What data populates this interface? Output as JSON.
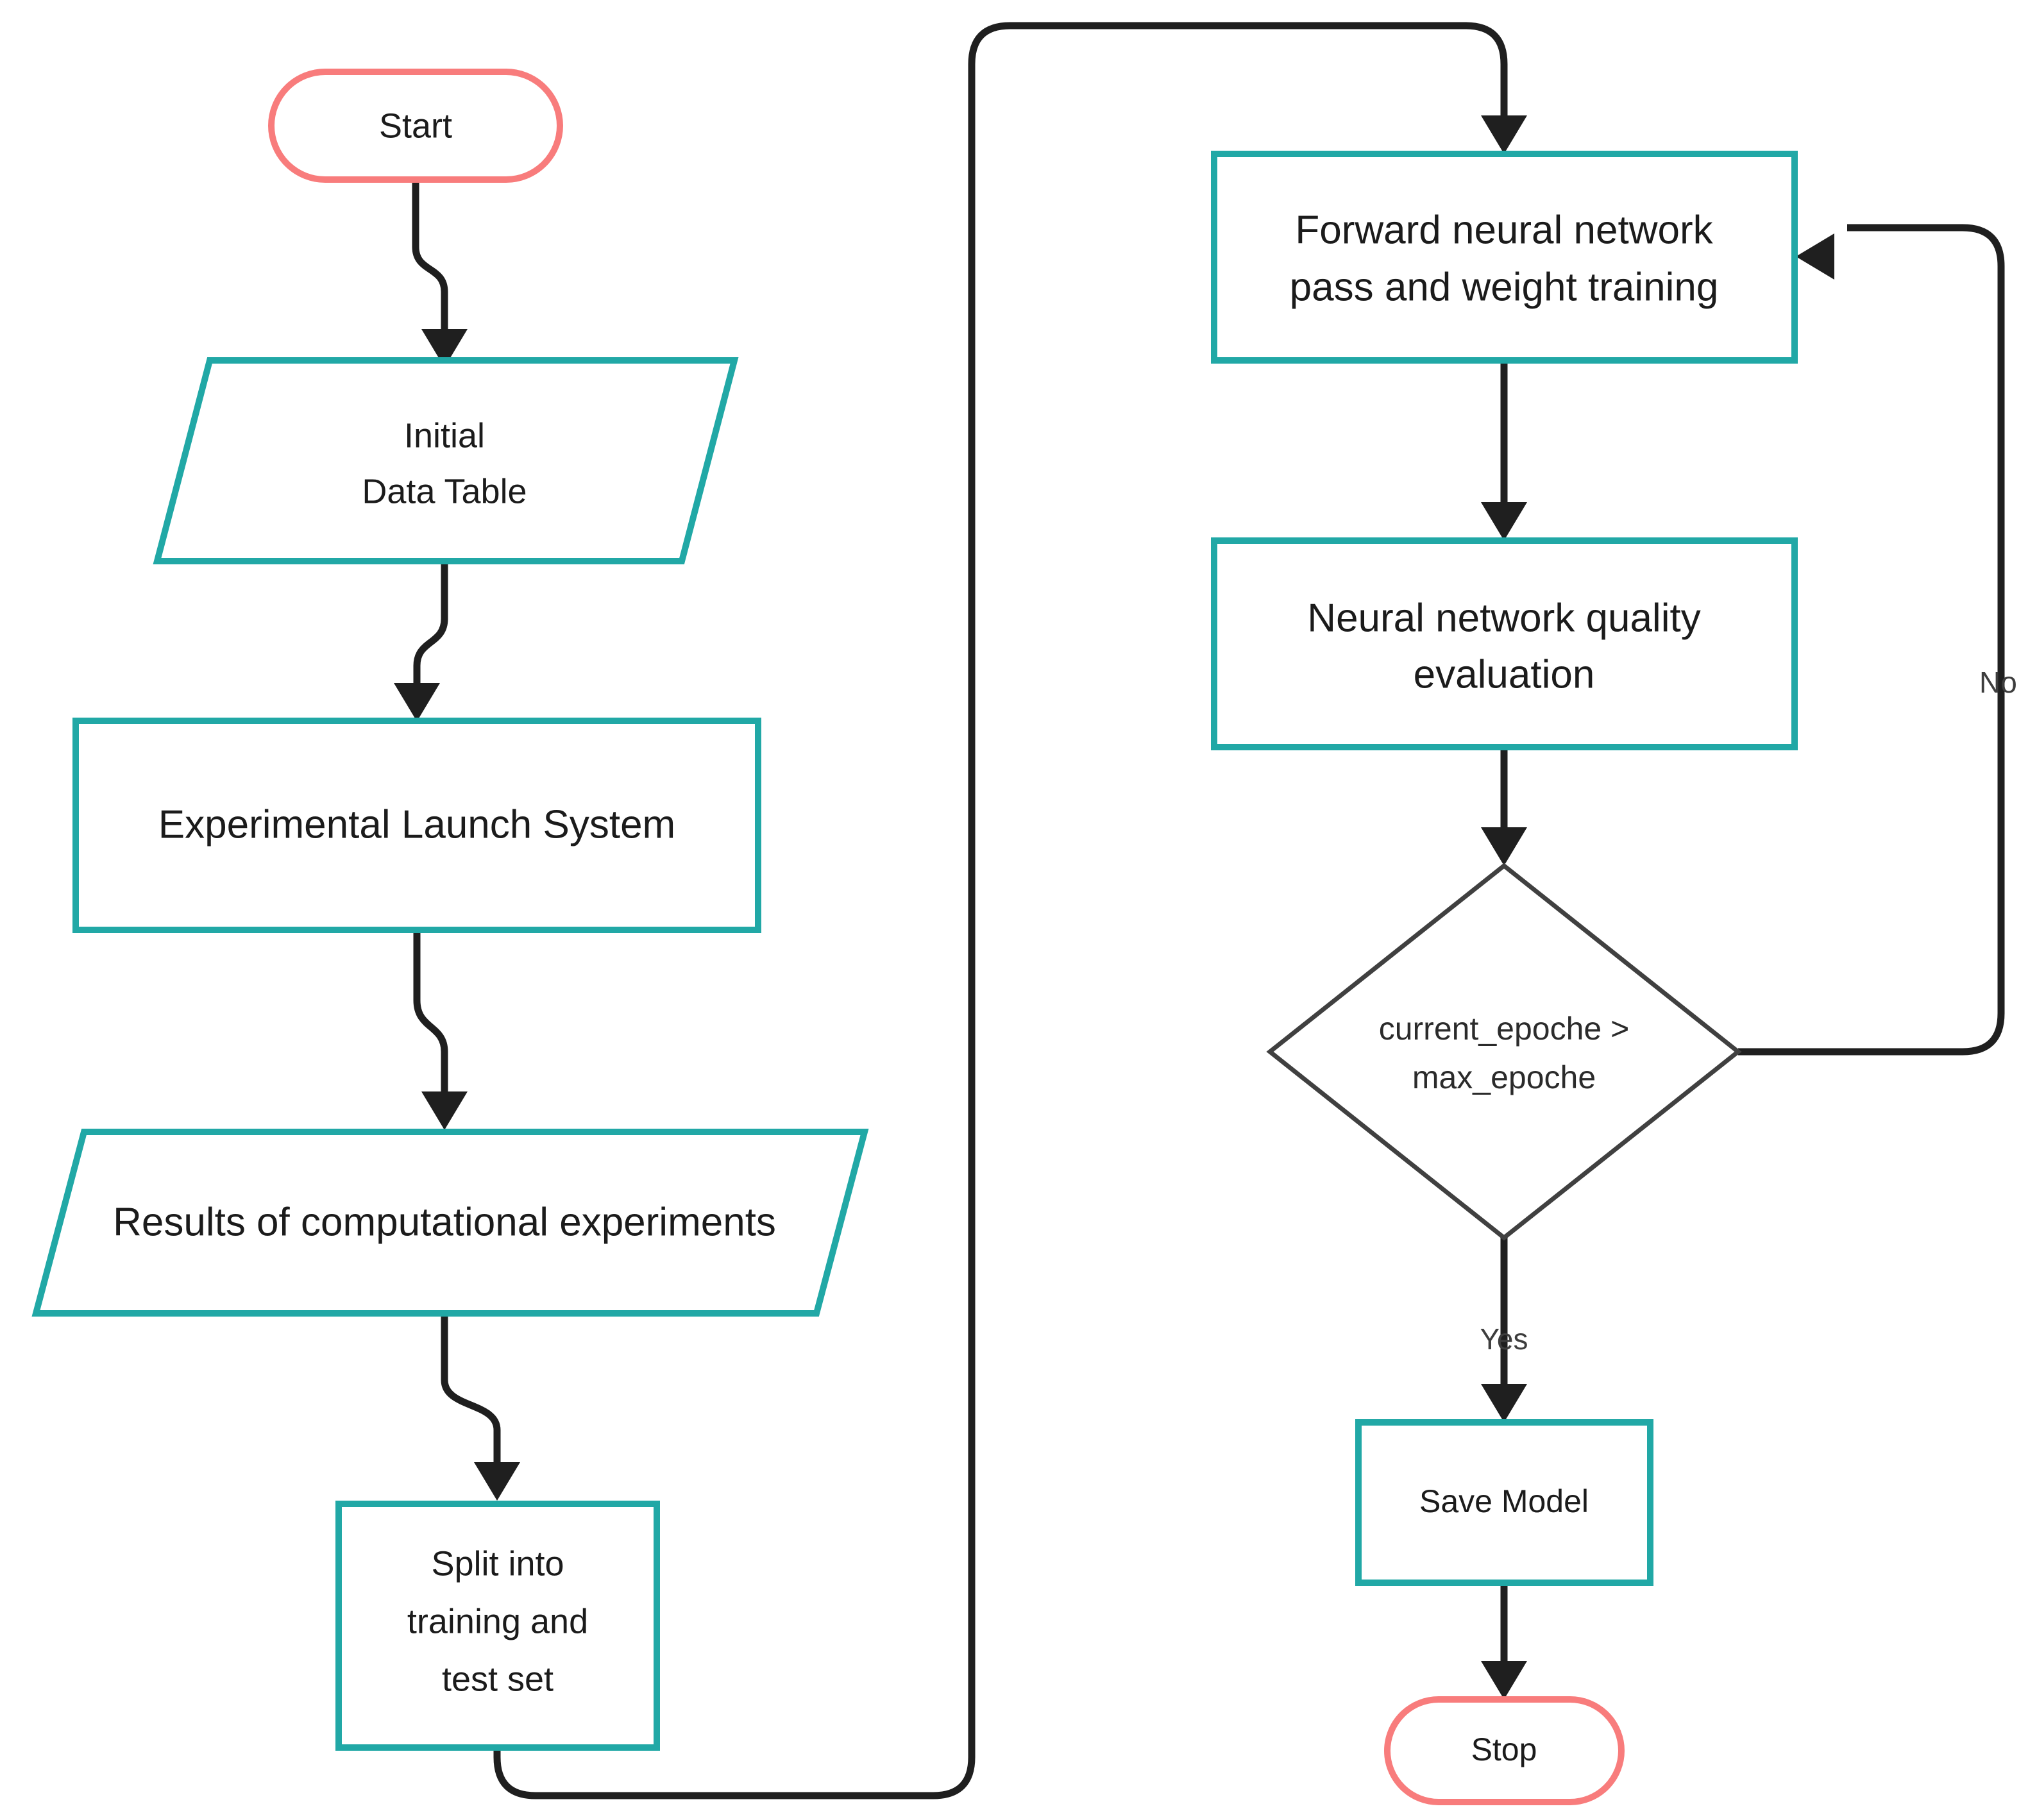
{
  "diagram": {
    "title": "Neural network experiment pipeline flowchart",
    "type": "flowchart",
    "colors": {
      "process_border": "#21a8a6",
      "terminal_border": "#f87c7c",
      "decision_border": "#404040",
      "edge": "#1f1f1f",
      "text": "#1b1b1b",
      "edge_label_text": "#3d3d3d",
      "background": "#ffffff"
    },
    "nodes": [
      {
        "id": "start",
        "shape": "stadium",
        "label": "Start",
        "color_role": "terminal"
      },
      {
        "id": "initial_data_table",
        "shape": "parallelogram",
        "label_line1": "Initial",
        "label_line2": "Data Table",
        "color_role": "process"
      },
      {
        "id": "experimental_launch_system",
        "shape": "rectangle",
        "label": "Experimental Launch System",
        "color_role": "process"
      },
      {
        "id": "results_of_experiments",
        "shape": "parallelogram",
        "label": "Results of computational experiments",
        "color_role": "process"
      },
      {
        "id": "split_dataset",
        "shape": "rectangle",
        "label_line1": "Split into",
        "label_line2": "training and",
        "label_line3": "test set",
        "color_role": "process"
      },
      {
        "id": "forward_pass",
        "shape": "rectangle",
        "label_line1": "Forward neural network",
        "label_line2": "pass and weight training",
        "color_role": "process"
      },
      {
        "id": "quality_evaluation",
        "shape": "rectangle",
        "label_line1": "Neural network quality",
        "label_line2": "evaluation",
        "color_role": "process"
      },
      {
        "id": "epoch_check",
        "shape": "diamond",
        "label_line1": "current_epoche >",
        "label_line2": "max_epoche",
        "color_role": "decision"
      },
      {
        "id": "save_model",
        "shape": "rectangle",
        "label": "Save Model",
        "color_role": "process"
      },
      {
        "id": "stop",
        "shape": "stadium",
        "label": "Stop",
        "color_role": "terminal"
      }
    ],
    "edges": [
      {
        "id": "e1",
        "from": "start",
        "to": "initial_data_table",
        "label": ""
      },
      {
        "id": "e2",
        "from": "initial_data_table",
        "to": "experimental_launch_system",
        "label": ""
      },
      {
        "id": "e3",
        "from": "experimental_launch_system",
        "to": "results_of_experiments",
        "label": ""
      },
      {
        "id": "e4",
        "from": "results_of_experiments",
        "to": "split_dataset",
        "label": ""
      },
      {
        "id": "e5",
        "from": "split_dataset",
        "to": "forward_pass",
        "label": ""
      },
      {
        "id": "e6",
        "from": "forward_pass",
        "to": "quality_evaluation",
        "label": ""
      },
      {
        "id": "e7",
        "from": "quality_evaluation",
        "to": "epoch_check",
        "label": ""
      },
      {
        "id": "e8",
        "from": "epoch_check",
        "to": "save_model",
        "label": "Yes"
      },
      {
        "id": "e9",
        "from": "epoch_check",
        "to": "forward_pass",
        "label": "No"
      },
      {
        "id": "e10",
        "from": "save_model",
        "to": "stop",
        "label": ""
      }
    ],
    "edge_labels": {
      "yes": "Yes",
      "no": "No"
    }
  }
}
